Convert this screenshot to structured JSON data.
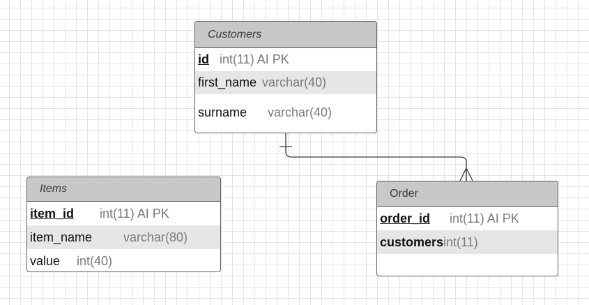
{
  "tables": {
    "customers": {
      "title": "Customers",
      "fields": [
        {
          "name": "id",
          "type": "int(11) AI PK"
        },
        {
          "name": "first_name",
          "type": "varchar(40)"
        },
        {
          "name": "surname",
          "type": "varchar(40)"
        }
      ]
    },
    "items": {
      "title": "Items",
      "fields": [
        {
          "name": "item_id",
          "type": "int(11) AI PK"
        },
        {
          "name": "item_name",
          "type": "varchar(80)"
        },
        {
          "name": "value",
          "type": "int(40)"
        }
      ]
    },
    "order": {
      "title": "Order",
      "fields": [
        {
          "name": "order_id",
          "type": "int(11) AI PK"
        },
        {
          "name": "customers",
          "type": "int(11)"
        }
      ]
    }
  },
  "relationships": [
    {
      "from": "Customers",
      "to": "Order",
      "from_cardinality": "one",
      "to_cardinality": "many"
    }
  ],
  "colors": {
    "header_fill": "#c8c8c8",
    "row_shade": "#e6e6e6",
    "border": "#5a5a5a",
    "type_text": "#7a7a7a",
    "grid": "#e4e4e4"
  }
}
